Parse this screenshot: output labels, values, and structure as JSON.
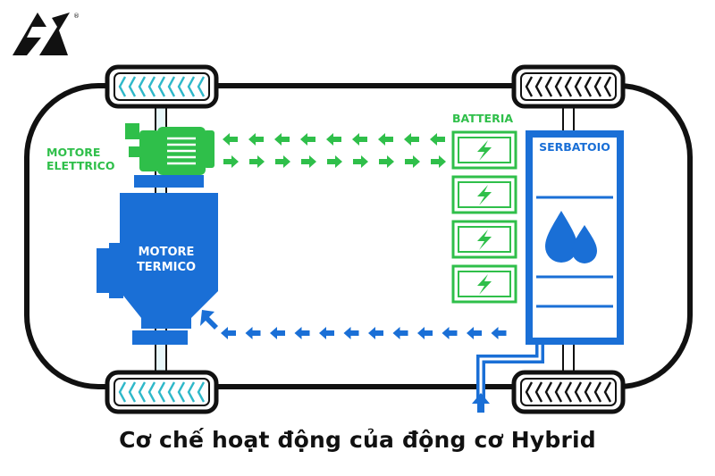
{
  "labels": {
    "motore_elettrico": [
      "MOTORE",
      "ELETTRICO"
    ],
    "motore_termico": [
      "MOTORE",
      "TERMICO"
    ],
    "batteria": "BATTERIA",
    "serbatoio": "SERBATOIO"
  },
  "caption": "Cơ chế hoạt động của động cơ Hybrid",
  "logo": {
    "mark": "®"
  },
  "icons": [
    "logo-mark",
    "lightning-icon",
    "water-drops-icon",
    "wheel-icon",
    "arrow-icon"
  ],
  "colors": {
    "electric_green": "#2fbf4a",
    "thermal_blue": "#1a6fd6",
    "outline": "#111111",
    "tread_teal": "#2fb8c9",
    "background": "#ffffff"
  },
  "battery_cells": 4
}
